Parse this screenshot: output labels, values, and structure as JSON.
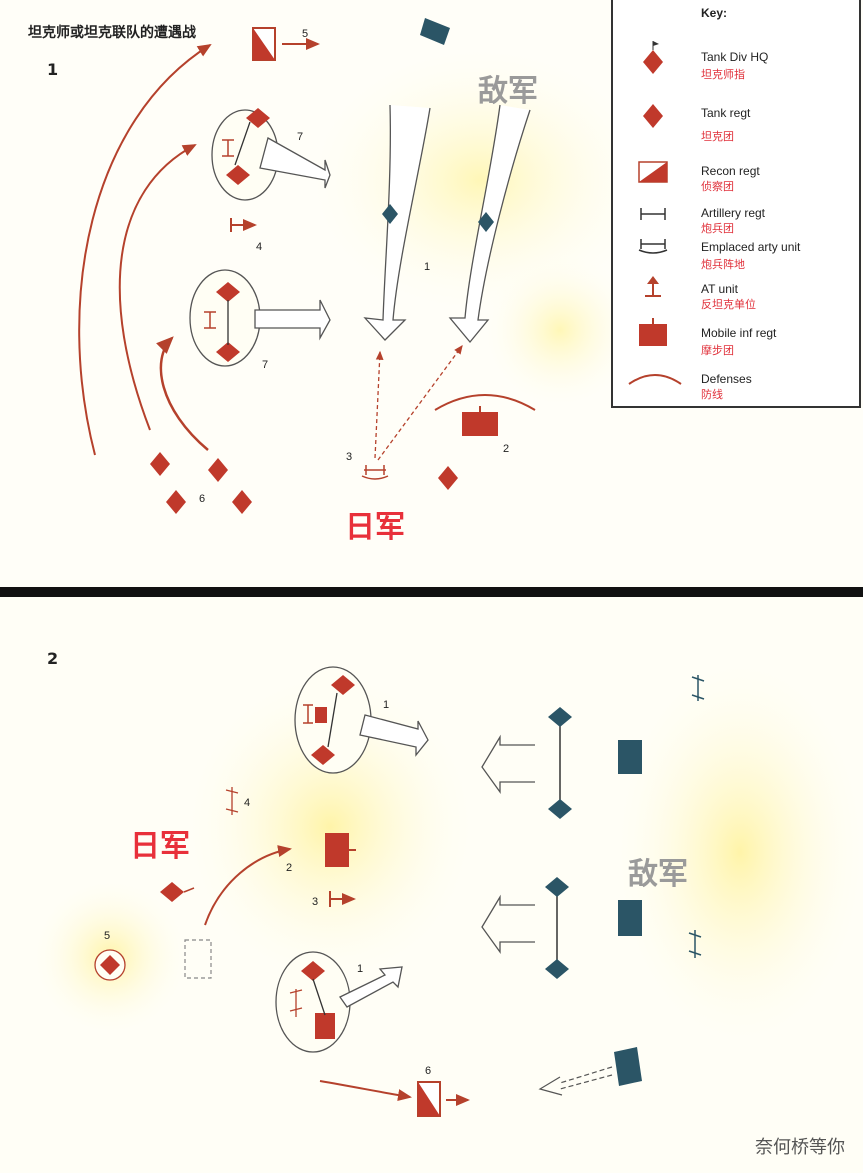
{
  "panel1": {
    "title": "坦克师或坦克联队的遭遇战",
    "number": "1",
    "enemy_label": "敌军",
    "japan_label": "日军",
    "labels": {
      "n1": "1",
      "n2": "2",
      "n3": "3",
      "n4": "4",
      "n5": "5",
      "n6": "6",
      "n7a": "7",
      "n7b": "7"
    }
  },
  "legend": {
    "top": "Key:",
    "items": [
      {
        "en": "Tank Div HQ",
        "cn": "坦克师指",
        "icon": "tank-div-hq-icon"
      },
      {
        "en": "Tank regt",
        "cn": "坦克团",
        "icon": "tank-regt-icon"
      },
      {
        "en": "Recon regt",
        "cn": "侦察团",
        "icon": "recon-regt-icon"
      },
      {
        "en": "Artillery regt",
        "cn": "炮兵团",
        "icon": "artillery-regt-icon"
      },
      {
        "en": "Emplaced arty unit",
        "cn": "炮兵阵地",
        "icon": "emplaced-arty-icon"
      },
      {
        "en": "AT unit",
        "cn": "反坦克单位",
        "icon": "at-unit-icon"
      },
      {
        "en": "Mobile inf regt",
        "cn": "摩步团",
        "icon": "mobile-inf-icon"
      },
      {
        "en": "Defenses",
        "cn": "防线",
        "icon": "defenses-icon"
      }
    ]
  },
  "panel2": {
    "number": "2",
    "enemy_label": "敌军",
    "japan_label": "日军",
    "labels": {
      "n1a": "1",
      "n1b": "1",
      "n2": "2",
      "n3": "3",
      "n4": "4",
      "n5": "5",
      "n6": "6"
    }
  },
  "watermark": "奈何桥等你",
  "colors": {
    "friendly": "#c0392b",
    "enemy": "#2b5566",
    "enemy_text": "#9a9a9a",
    "japan_text": "#e8303a"
  }
}
